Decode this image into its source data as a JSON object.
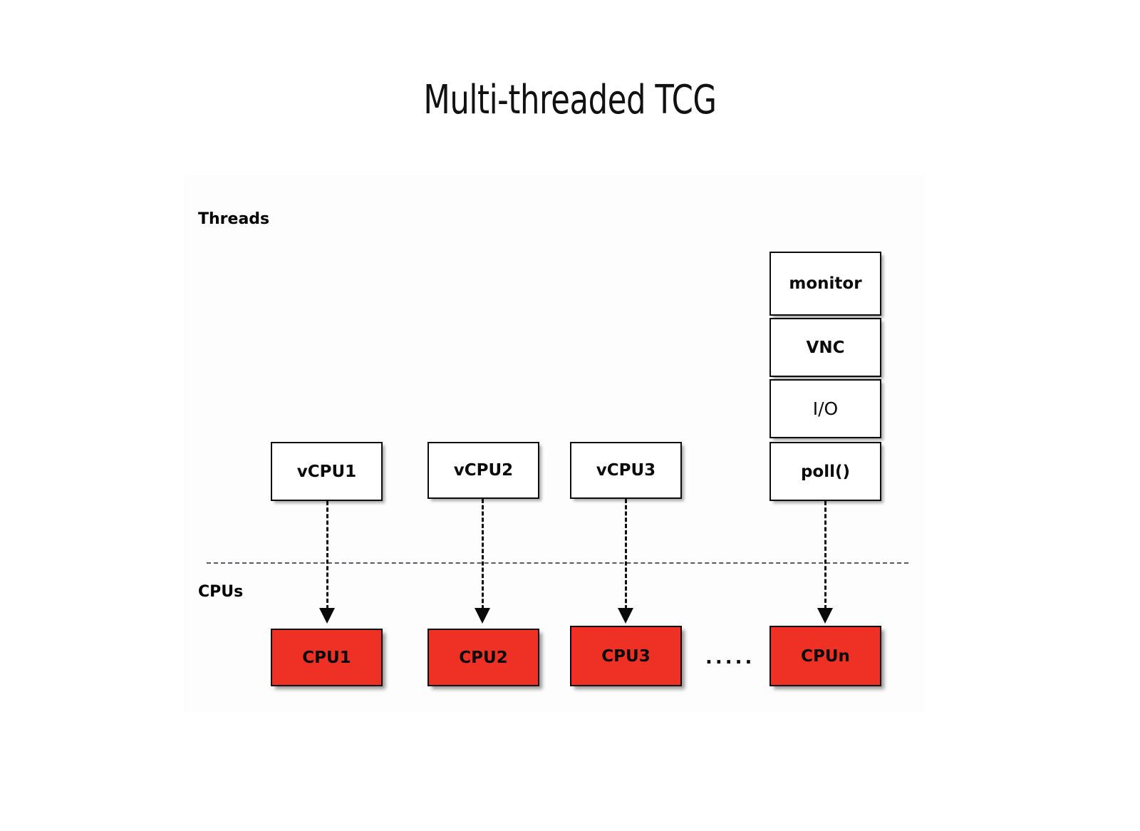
{
  "slide": {
    "title": "Multi-threaded TCG",
    "background_color": "#ffffff",
    "panel_color": "#fdfdfd"
  },
  "labels": {
    "threads": "Threads",
    "cpus": "CPUs"
  },
  "thread_stack": {
    "description": "stack of auxiliary thread boxes",
    "items": [
      {
        "label": "monitor"
      },
      {
        "label": "VNC"
      },
      {
        "label": "I/O"
      },
      {
        "label": "poll()"
      }
    ]
  },
  "vcpu_threads": [
    {
      "label": "vCPU1"
    },
    {
      "label": "vCPU2"
    },
    {
      "label": "vCPU3"
    }
  ],
  "cpus": [
    {
      "label": "CPU1"
    },
    {
      "label": "CPU2"
    },
    {
      "label": "CPU3"
    },
    {
      "label": "CPUn"
    }
  ],
  "ellipsis": ".....",
  "colors": {
    "cpu_fill": "#ee3124",
    "box_border": "#0d0d0d",
    "text": "#0b0b0b",
    "divider": "#5b5b63"
  }
}
